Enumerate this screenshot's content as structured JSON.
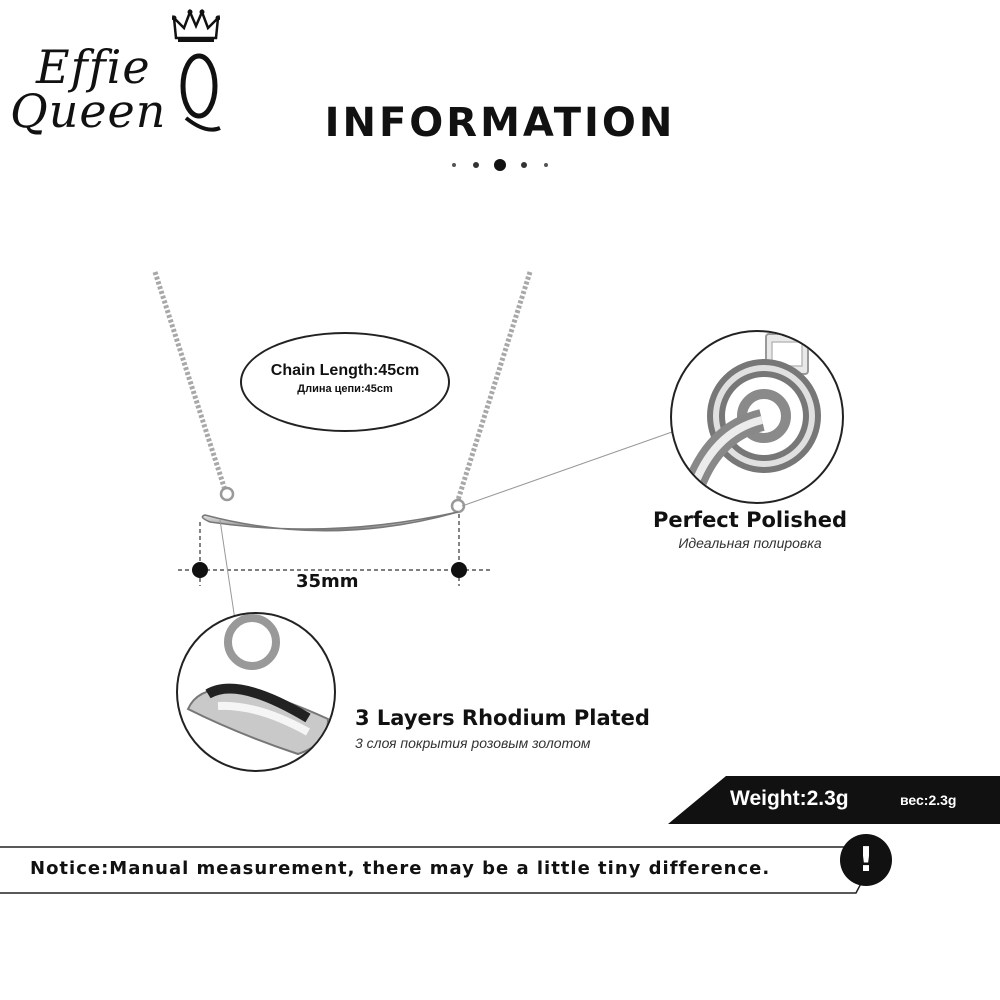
{
  "brand": {
    "line1": "Effie",
    "line2": "Queen",
    "crown_icon": "crown-icon"
  },
  "header": {
    "title": "INFORMATION"
  },
  "chain": {
    "length_en": "Chain Length:45cm",
    "length_ru": "Длина цепи:45cm"
  },
  "pendant": {
    "width_label": "35mm"
  },
  "features": {
    "polish_en": "Perfect  Polished",
    "polish_ru": "Идеальная полировка",
    "rhodium_en": "3 Layers Rhodium Plated",
    "rhodium_ru": "3 слоя покрытия розовым золотом"
  },
  "weight": {
    "en": "Weight:2.3g",
    "ru": "вес:2.3g"
  },
  "notice": {
    "text": "Notice:Manual measurement, there may be a little tiny difference.",
    "icon": "!"
  },
  "colors": {
    "primary": "#111111",
    "background": "#ffffff",
    "silver": "#b8b8b8"
  }
}
